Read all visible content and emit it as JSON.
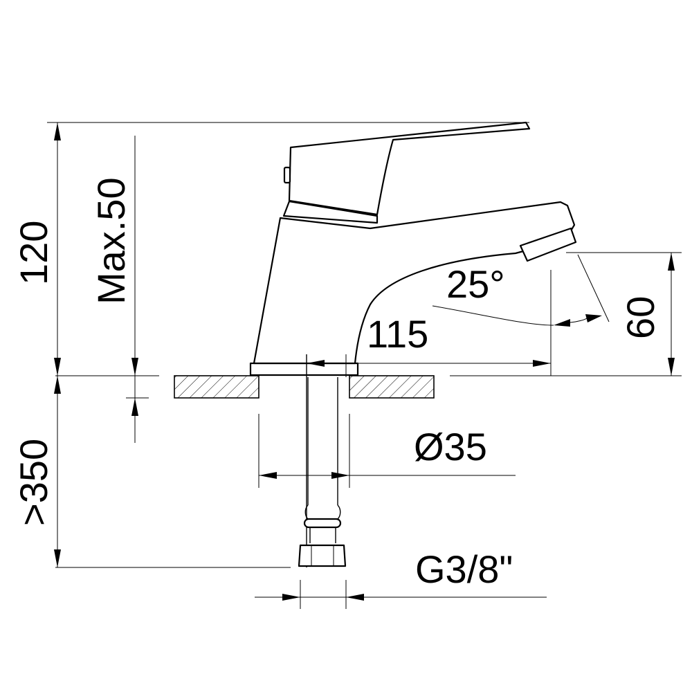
{
  "dimensions": {
    "height_total": "120",
    "deck_max": "Max.50",
    "below_min": ">350",
    "reach": "115",
    "angle": "25°",
    "spout_height": "60",
    "hole_diameter": "Ø35",
    "connection": "G3/8\""
  },
  "colors": {
    "line": "#000000",
    "background": "#ffffff"
  }
}
